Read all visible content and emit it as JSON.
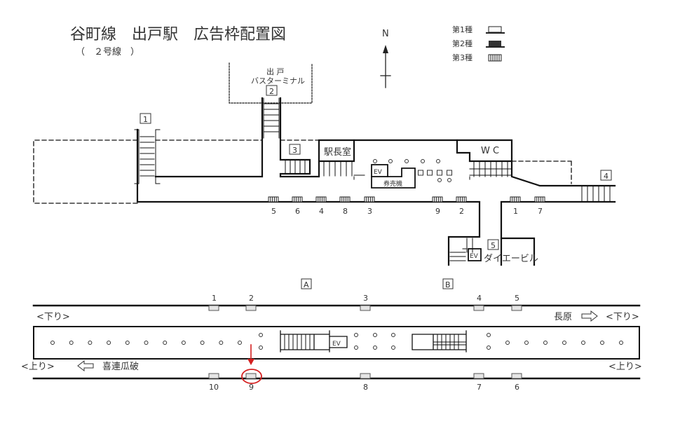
{
  "title": "谷町線　出戸駅　広告枠配置図",
  "subtitle": "（　２号線　）",
  "north": "N",
  "legend": [
    {
      "label": "第1種",
      "icon": "type1-frame-icon"
    },
    {
      "label": "第2種",
      "icon": "type2-frame-icon"
    },
    {
      "label": "第3種",
      "icon": "type3-frame-icon"
    }
  ],
  "concourse": {
    "bus_terminal_line1": "出 戸",
    "bus_terminal_line2": "バスターミナル",
    "exits": [
      "1",
      "2",
      "3",
      "4",
      "5"
    ],
    "station_office": "駅長室",
    "wc": "W C",
    "ev": "EV",
    "ticket_machine": "券売機",
    "daiei": "ダイエービル",
    "ad_labels": [
      "5",
      "6",
      "4",
      "8",
      "3",
      "9",
      "2",
      "1",
      "7"
    ]
  },
  "platform": {
    "stairs": [
      "A",
      "B"
    ],
    "top_labels": [
      "1",
      "2",
      "3",
      "4",
      "5"
    ],
    "bottom_labels": [
      "10",
      "9",
      "8",
      "7",
      "6"
    ],
    "down_left": "<下り>",
    "down_right_dest": "長原",
    "down_right": "<下り>",
    "up_left": "<上り>",
    "up_left_dest": "喜連瓜破",
    "up_right": "<上り>",
    "ev": "EV",
    "highlight_color": "#d42020"
  }
}
